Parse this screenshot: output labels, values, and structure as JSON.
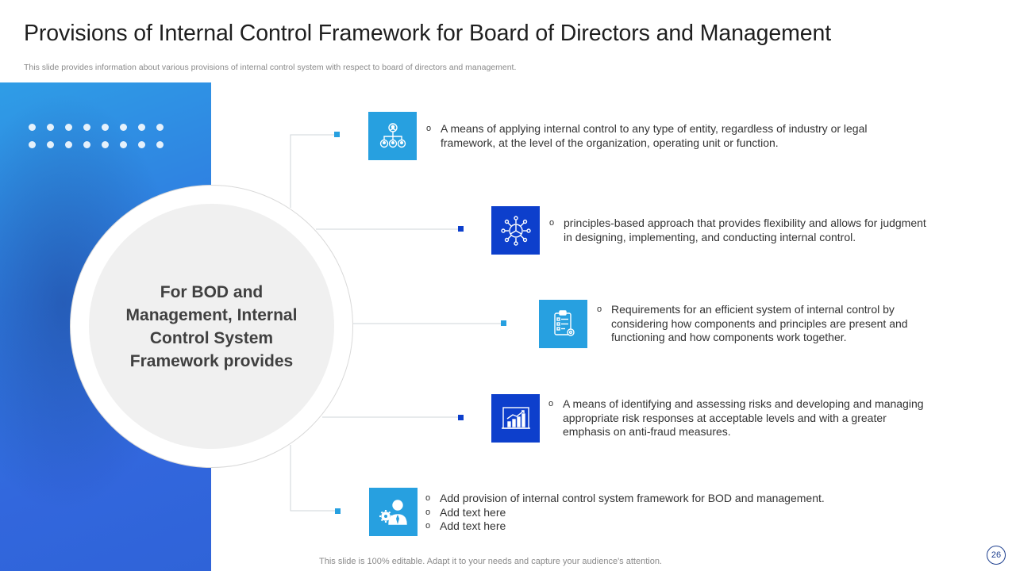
{
  "title": "Provisions of Internal Control Framework for Board of Directors and Management",
  "subtitle": "This slide provides information about various provisions of internal control system with respect to board of directors and management.",
  "center_text": "For BOD and Management, Internal Control System Framework provides",
  "items": [
    {
      "icon": "hierarchy-icon",
      "color": "#27a0e0",
      "bullets": [
        "A means of applying internal control to any type of entity, regardless of industry or legal framework, at the level of the organization, operating unit or function."
      ]
    },
    {
      "icon": "network-pie-icon",
      "color": "#0d3fcc",
      "bullets": [
        "principles-based approach that provides flexibility  and allows for judgment in designing, implementing, and conducting internal control."
      ]
    },
    {
      "icon": "clipboard-gear-icon",
      "color": "#27a0e0",
      "bullets": [
        "Requirements for an efficient system of internal control by considering how components and principles are present and functioning and how components work together."
      ]
    },
    {
      "icon": "growth-chart-icon",
      "color": "#0d3fcc",
      "bullets": [
        "A means of identifying  and assessing risks and developing  and managing appropriate  risk responses at acceptable levels and with a greater emphasis on anti-fraud measures."
      ]
    },
    {
      "icon": "businessman-gear-icon",
      "color": "#27a0e0",
      "bullets": [
        "Add provision of internal control system framework for BOD and management.",
        "Add text here",
        "Add text here"
      ]
    }
  ],
  "bullet_marker": "o",
  "footer": "This slide is 100% editable. Adapt it to your needs and capture your audience's attention.",
  "page_number": "26"
}
